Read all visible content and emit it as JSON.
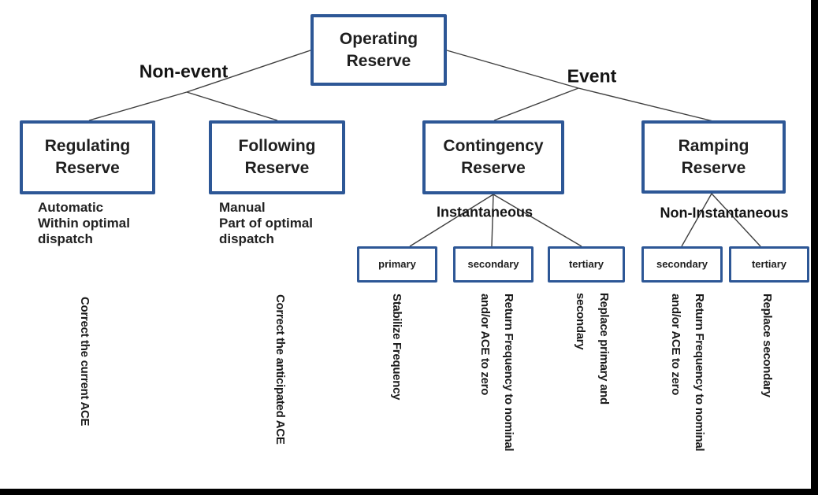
{
  "colors": {
    "box_border": "#2d5796",
    "connector": "#3f3f3f",
    "text": "#1c1c1c",
    "frame": "#000000"
  },
  "tree": {
    "root": {
      "label": "Operating Reserve"
    },
    "branches": [
      {
        "label": "Non-event"
      },
      {
        "label": "Event"
      }
    ],
    "reserves": [
      {
        "label": "Regulating Reserve",
        "note": "Automatic\nWithin optimal\ndispatch",
        "purpose": "Correct the current ACE"
      },
      {
        "label": "Following Reserve",
        "note": "Manual\nPart of optimal\ndispatch",
        "purpose": "Correct the anticipated ACE"
      },
      {
        "label": "Contingency Reserve",
        "timing": "Instantaneous"
      },
      {
        "label": "Ramping Reserve",
        "timing": "Non-Instantaneous"
      }
    ],
    "subreserves": [
      {
        "parent": "Contingency Reserve",
        "label": "primary",
        "purpose": "Stabilize Frequency"
      },
      {
        "parent": "Contingency Reserve",
        "label": "secondary",
        "purpose": "Return Frequency to nominal\nand/or ACE to zero"
      },
      {
        "parent": "Contingency Reserve",
        "label": "tertiary",
        "purpose": "Replace primary and\nsecondary"
      },
      {
        "parent": "Ramping Reserve",
        "label": "secondary",
        "purpose": "Return Frequency to nominal\nand/or ACE to zero"
      },
      {
        "parent": "Ramping Reserve",
        "label": "tertiary",
        "purpose": "Replace secondary"
      }
    ]
  }
}
